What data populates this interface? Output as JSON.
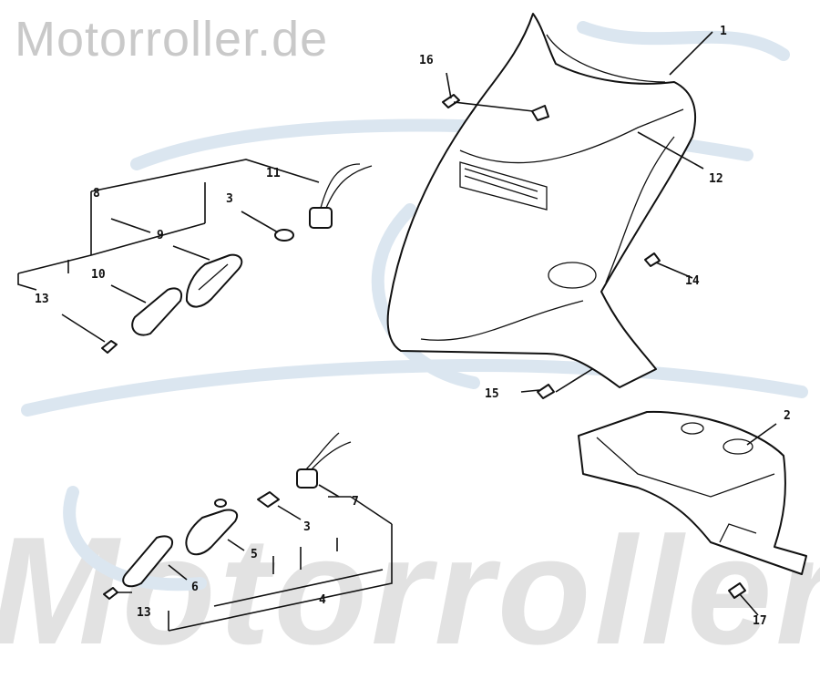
{
  "watermark": {
    "top": "Motorroller.de",
    "bottom": "Motorroller"
  },
  "labels": {
    "p1": "1",
    "p2": "2",
    "p3a": "3",
    "p3b": "3",
    "p4": "4",
    "p5": "5",
    "p6": "6",
    "p7": "7",
    "p8": "8",
    "p9": "9",
    "p10": "10",
    "p11": "11",
    "p12": "12",
    "p13a": "13",
    "p13b": "13",
    "p14": "14",
    "p15": "15",
    "p16": "16",
    "p17": "17"
  },
  "colors": {
    "line": "#111111",
    "watermark": "#c9c9c9",
    "swirl": "#dbe6f0"
  }
}
